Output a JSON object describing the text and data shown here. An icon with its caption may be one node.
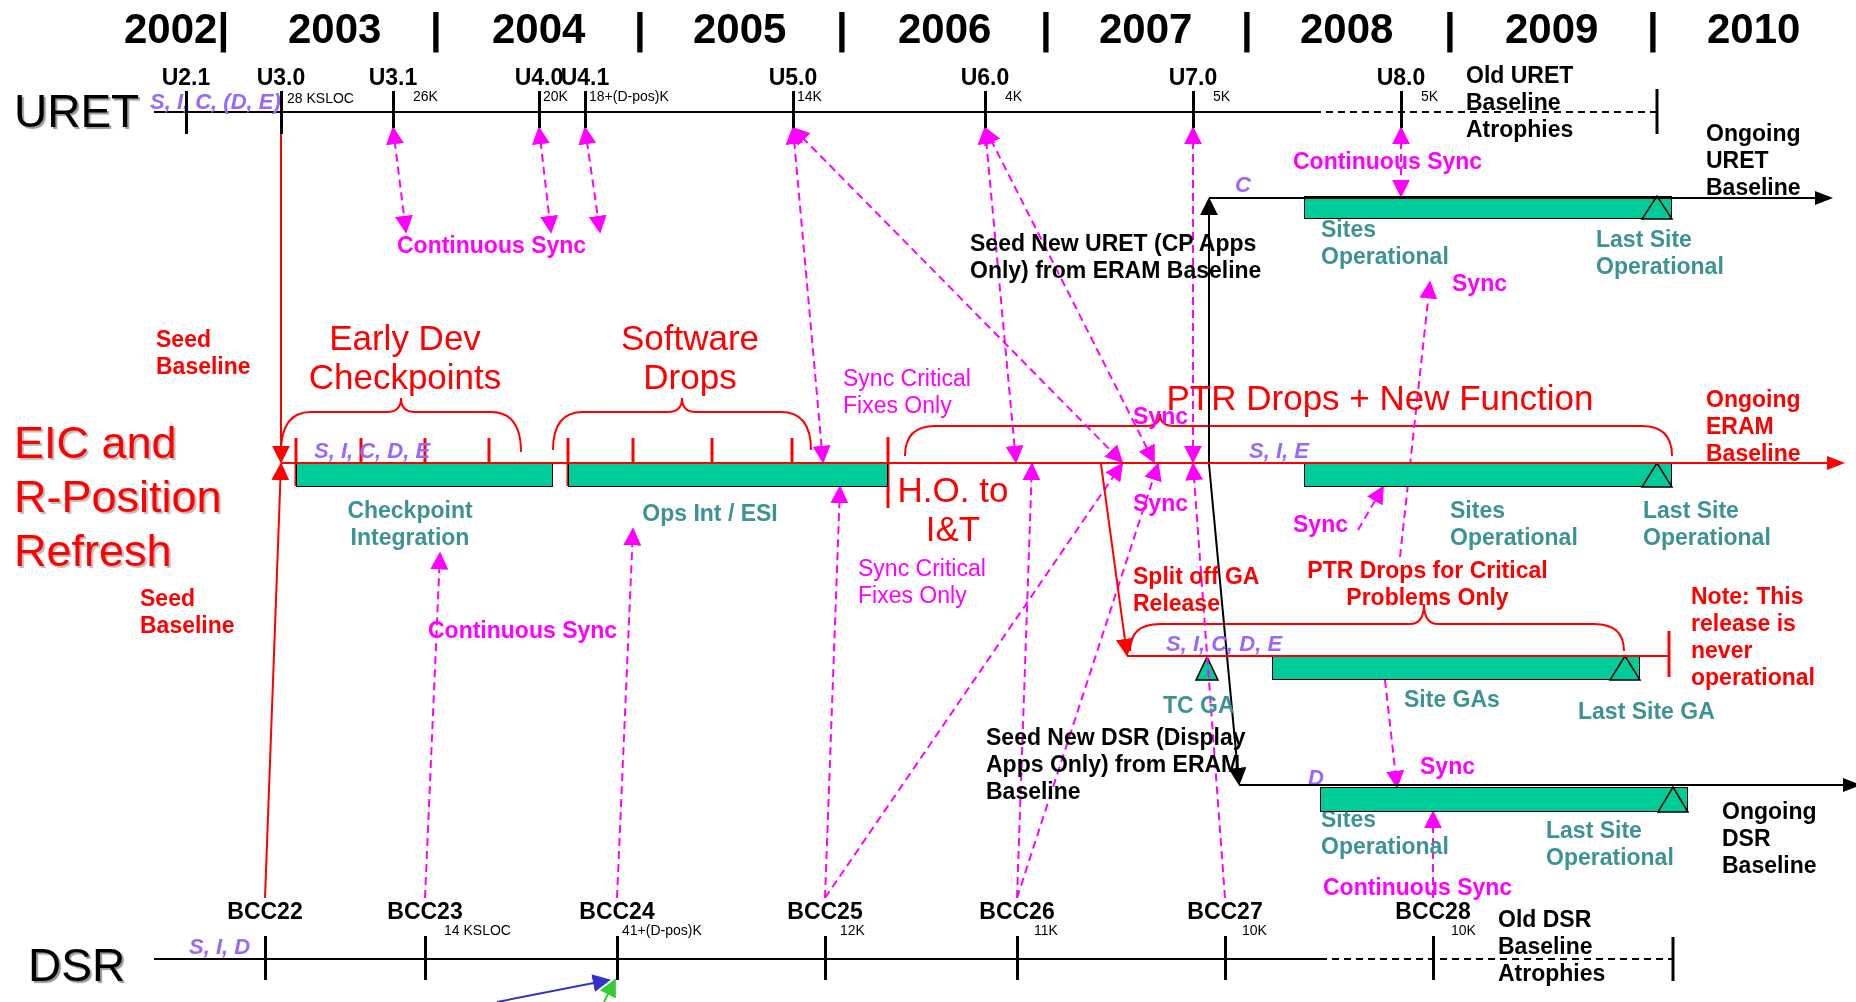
{
  "diagram": {
    "nodes": [
      {
        "text": [
          "U2.1"
        ]
      },
      {
        "text": [
          "U3.0"
        ],
        "beside": [
          "28 KSLOC"
        ]
      },
      {
        "text": [
          "U3.1"
        ],
        "beside": [
          "26K"
        ]
      },
      {
        "text": [
          "U4.0"
        ],
        "beside": [
          "20K"
        ]
      },
      {
        "text": [
          "U4.1"
        ],
        "beside": [
          "18+(D-pos)K"
        ]
      },
      {
        "text": [
          "U5.0"
        ],
        "beside": [
          "14K"
        ]
      },
      {
        "text": [
          "U6.0"
        ],
        "beside": [
          "4K"
        ]
      },
      {
        "text": [
          "U7.0"
        ],
        "beside": [
          "5K"
        ]
      },
      {
        "text": [
          "U8.0"
        ],
        "beside": [
          "5K"
        ]
      },
      {
        "text": [
          "BCC22"
        ]
      },
      {
        "text": [
          "BCC23"
        ],
        "beside": [
          "14 KSLOC"
        ]
      },
      {
        "text": [
          "BCC24"
        ],
        "beside": [
          "41+(D-pos)K"
        ]
      },
      {
        "text": [
          "BCC25"
        ],
        "beside": [
          "12K"
        ]
      },
      {
        "text": [
          "BCC26"
        ],
        "beside": [
          "11K"
        ]
      },
      {
        "text": [
          "BCC27"
        ],
        "beside": [
          "10K"
        ]
      },
      {
        "text": [
          "BCC28"
        ],
        "beside": [
          "10K"
        ]
      },
      {
        "text": [],
        "shape": "bar",
        "beside": [
          "Sites Operational",
          "Last Site Operational"
        ]
      },
      {
        "text": [],
        "shape": "bar",
        "beside": [
          "Checkpoint Integration"
        ]
      },
      {
        "text": [],
        "shape": "bar",
        "beside": [
          "Ops Int / ESI"
        ]
      },
      {
        "text": [],
        "shape": "bar",
        "beside": [
          "Sites Operational",
          "Last Site Operational"
        ]
      },
      {
        "text": [],
        "shape": "bar",
        "beside": [
          "Site GAs",
          "Last Site GA"
        ]
      },
      {
        "text": [],
        "shape": "bar",
        "beside": [
          "Sites Operational",
          "Last Site Operational"
        ]
      },
      {
        "text": [],
        "shape": "line"
      },
      {
        "text": [],
        "shape": "line"
      },
      {
        "text": [],
        "shape": "line"
      },
      {
        "text": [],
        "shape": "line"
      },
      {
        "text": [
          "Continuous Sync"
        ]
      },
      {
        "text": [
          "PTR Drops for Critical Problems Only"
        ]
      },
      {
        "text": [
          "Sync"
        ]
      }
    ],
    "edges": [
      {
        "from": 1,
        "to": 23,
        "arrow": "to",
        "color": "#ff0000"
      },
      {
        "from": 9,
        "to": 23,
        "arrow": "to",
        "color": "#ff0000"
      },
      {
        "from": 2,
        "to": 26,
        "arrow": "both",
        "style": "dashed"
      },
      {
        "from": 3,
        "to": 26,
        "arrow": "both",
        "style": "dashed"
      },
      {
        "from": 4,
        "to": 26,
        "arrow": "both",
        "style": "dashed"
      },
      {
        "from": 5,
        "to": 23,
        "arrow": "both",
        "style": "dashed"
      },
      {
        "from": 5,
        "to": 23,
        "arrow": "both",
        "style": "dashed"
      },
      {
        "from": 6,
        "to": 23,
        "arrow": "both",
        "style": "dashed"
      },
      {
        "from": 6,
        "to": 23,
        "arrow": "both",
        "style": "dashed"
      },
      {
        "from": 7,
        "to": 23,
        "arrow": "both",
        "style": "dashed"
      },
      {
        "from": 8,
        "to": 16,
        "arrow": "both",
        "style": "dashed"
      },
      {
        "from": 27,
        "to": 16,
        "arrow": "to",
        "style": "dashed"
      },
      {
        "from": 28,
        "to": 19,
        "arrow": "to",
        "style": "dashed"
      },
      {
        "from": 12,
        "to": 18,
        "arrow": "to",
        "style": "dashed"
      },
      {
        "from": 12,
        "to": 23,
        "arrow": "to",
        "style": "dashed"
      },
      {
        "from": 13,
        "to": 23,
        "arrow": "to",
        "style": "dashed"
      },
      {
        "from": 13,
        "to": 23,
        "arrow": "to",
        "style": "dashed"
      },
      {
        "from": 14,
        "to": 23,
        "arrow": "to",
        "style": "dashed"
      },
      {
        "from": 10,
        "to": 17,
        "arrow": "to",
        "style": "dashed"
      },
      {
        "from": 11,
        "to": 18,
        "arrow": "to",
        "style": "dashed"
      },
      {
        "from": 20,
        "to": 21,
        "arrow": "to",
        "style": "dashed"
      },
      {
        "from": 15,
        "to": 21,
        "arrow": "to",
        "style": "dashed"
      },
      {
        "from": 23,
        "to": 22,
        "arrow": "to",
        "color": "#000000"
      },
      {
        "from": 23,
        "to": 25,
        "arrow": "to",
        "color": "#000000"
      },
      {
        "from": 23,
        "to": 24,
        "arrow": "to",
        "color": "#ff0000"
      },
      {
        "from": null,
        "to": 11,
        "arrow": "to",
        "color": "#3333cc"
      },
      {
        "from": null,
        "to": 11,
        "arrow": "to",
        "color": "#33cc33"
      }
    ],
    "labels": [
      "2002|",
      "2003",
      "|",
      "2004",
      "|",
      "2005",
      "|",
      "2006",
      "|",
      "2007",
      "|",
      "2008",
      "|",
      "2009",
      "|",
      "2010",
      "URET",
      "S, I, C, (D, E)",
      "Old URET Baseline Atrophies",
      "Continuous Sync",
      "Ongoing URET Baseline",
      "C",
      "Seed New URET (CP Apps Only) from ERAM Baseline",
      "Sync",
      "Seed Baseline",
      "Early Dev Checkpoints",
      "Software Drops",
      "Sync Critical Fixes Only",
      "PTR Drops + New Function",
      "Ongoing ERAM Baseline",
      "Sync",
      "EIC and R-Position Refresh",
      "S, I, C, D, E",
      "S, I, E",
      "H.O. to I&T",
      "Sync",
      "Seed Baseline",
      "Sync Critical Fixes Only",
      "Split off GA Release",
      "Note: This release is never operational",
      "S, I, C, D, E",
      "Continuous Sync",
      "TC GA",
      "Seed New DSR (Display Apps Only) from ERAM Baseline",
      "D",
      "Sync",
      "Continuous Sync",
      "Ongoing DSR Baseline",
      "S, I, D",
      "Old DSR Baseline Atrophies",
      "DSR"
    ]
  }
}
